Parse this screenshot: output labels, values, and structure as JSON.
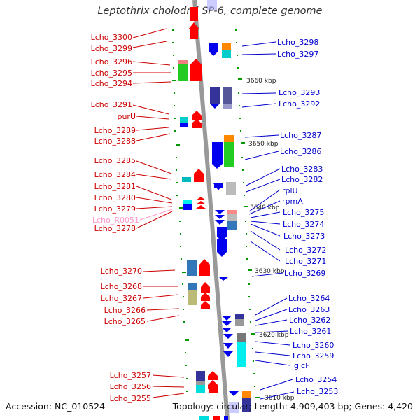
{
  "title": "Leptothrix cholodnii SP-6, complete genome",
  "accession": "Accession: NC_010524",
  "summary": "Topology: circular; Length: 4,909,403 bp; Genes: 4,420",
  "scale_labels": [
    "3660 kbp",
    "3650 kbp",
    "3640 kbp",
    "3630 kbp",
    "3620 kbp",
    "3610 kbp"
  ],
  "left_genes": [
    "Lcho_3300",
    "Lcho_3299",
    "Lcho_3296",
    "Lcho_3295",
    "Lcho_3294",
    "Lcho_3291",
    "purU",
    "Lcho_3289",
    "Lcho_3288",
    "Lcho_3285",
    "Lcho_3284",
    "Lcho_3281",
    "Lcho_3280",
    "Lcho_3279",
    "Lcho_R0051",
    "Lcho_3278",
    "Lcho_3270",
    "Lcho_3268",
    "Lcho_3267",
    "Lcho_3266",
    "Lcho_3265",
    "Lcho_3257",
    "Lcho_3256",
    "Lcho_3255"
  ],
  "right_genes": [
    "Lcho_3298",
    "Lcho_3297",
    "Lcho_3293",
    "Lcho_3292",
    "Lcho_3287",
    "Lcho_3286",
    "Lcho_3283",
    "Lcho_3282",
    "rplU",
    "rpmA",
    "Lcho_3275",
    "Lcho_3274",
    "Lcho_3273",
    "Lcho_3272",
    "Lcho_3271",
    "Lcho_3269",
    "Lcho_3264",
    "Lcho_3263",
    "Lcho_3262",
    "Lcho_3261",
    "Lcho_3260",
    "Lcho_3259",
    "glcF",
    "Lcho_3254",
    "Lcho_3253"
  ],
  "colors": {
    "forward_strand": "#ff0000",
    "reverse_strand": "#0000ff",
    "rna": "#ff99cc",
    "backbone": "#999999",
    "tick": "#009900",
    "label_left": "#cc0000",
    "label_right": "#0000cc"
  }
}
